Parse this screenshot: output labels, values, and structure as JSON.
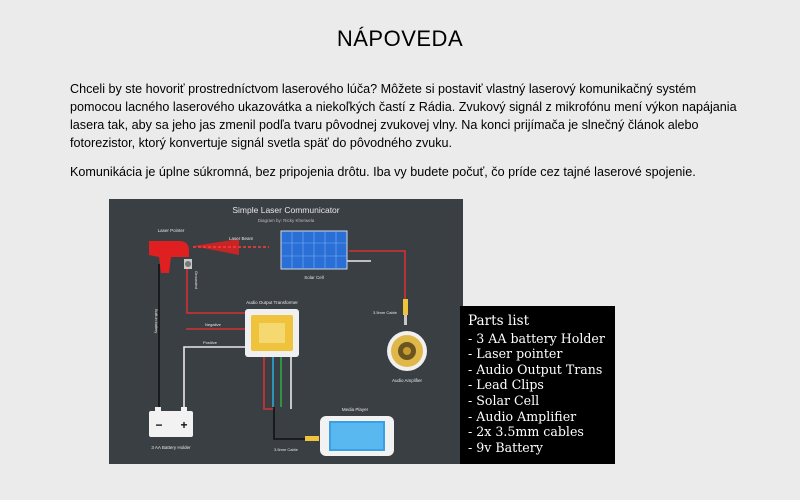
{
  "page": {
    "title": "NÁPOVEDA",
    "paragraph1": "Chceli by ste hovoriť prostredníctvom laserového lúča? Môžete si postaviť vlastný laserový komunikačný systém pomocou lacného laserového ukazovátka a niekoľkých častí z Rádia. Zvukový signál z mikrofónu mení výkon napájania lasera tak, aby sa jeho jas zmenil podľa tvaru pôvodnej zvukovej vlny. Na konci prijímača je slnečný článok alebo fotorezistor, ktorý konvertuje signál svetla späť do pôvodného zvuku.",
    "paragraph2": "Komunikácia je úplne súkromná, bez pripojenia drôtu. Iba vy budete počuť, čo príde cez tajné laserové spojenie."
  },
  "diagram": {
    "title": "Simple Laser Communicator",
    "author": "Diagram by: Ricky Kherwela",
    "labels": {
      "laser_pointer": "Laser Pointer",
      "laser_beam": "Laser Beam",
      "solar_cell": "Solar Cell",
      "grounded": "Grounded",
      "audio_output_transformer": "Audio Output Transformer",
      "negative": "Negative",
      "positive": "Positive",
      "cable_top": "3.5mm Cable",
      "cable_bottom": "3.5mm Cable",
      "audio_amplifier": "Audio Amplifier",
      "media_player": "Media Player",
      "battery_holder": "3 AA Battery Holder",
      "battery_neg": "−",
      "battery_pos": "+",
      "vertical_label": "Built-in battery"
    },
    "colors": {
      "background": "#3a3f44",
      "wire_red": "#d63030",
      "wire_white": "#e8e8e8",
      "wire_black": "#111111",
      "wire_blue": "#2aa8d8",
      "wire_green": "#2fa84a",
      "laser_red": "#e02020",
      "solar_blue": "#2a6fd6",
      "transformer_yellow": "#f0c33c",
      "speaker_gold": "#e0b84a"
    }
  },
  "parts_list": {
    "heading": "Parts list",
    "items": [
      "- 3 AA battery Holder",
      "- Laser pointer",
      "- Audio Output Trans",
      "- Lead Clips",
      "- Solar Cell",
      "- Audio Amplifier",
      "- 2x 3.5mm cables",
      "- 9v Battery"
    ]
  }
}
